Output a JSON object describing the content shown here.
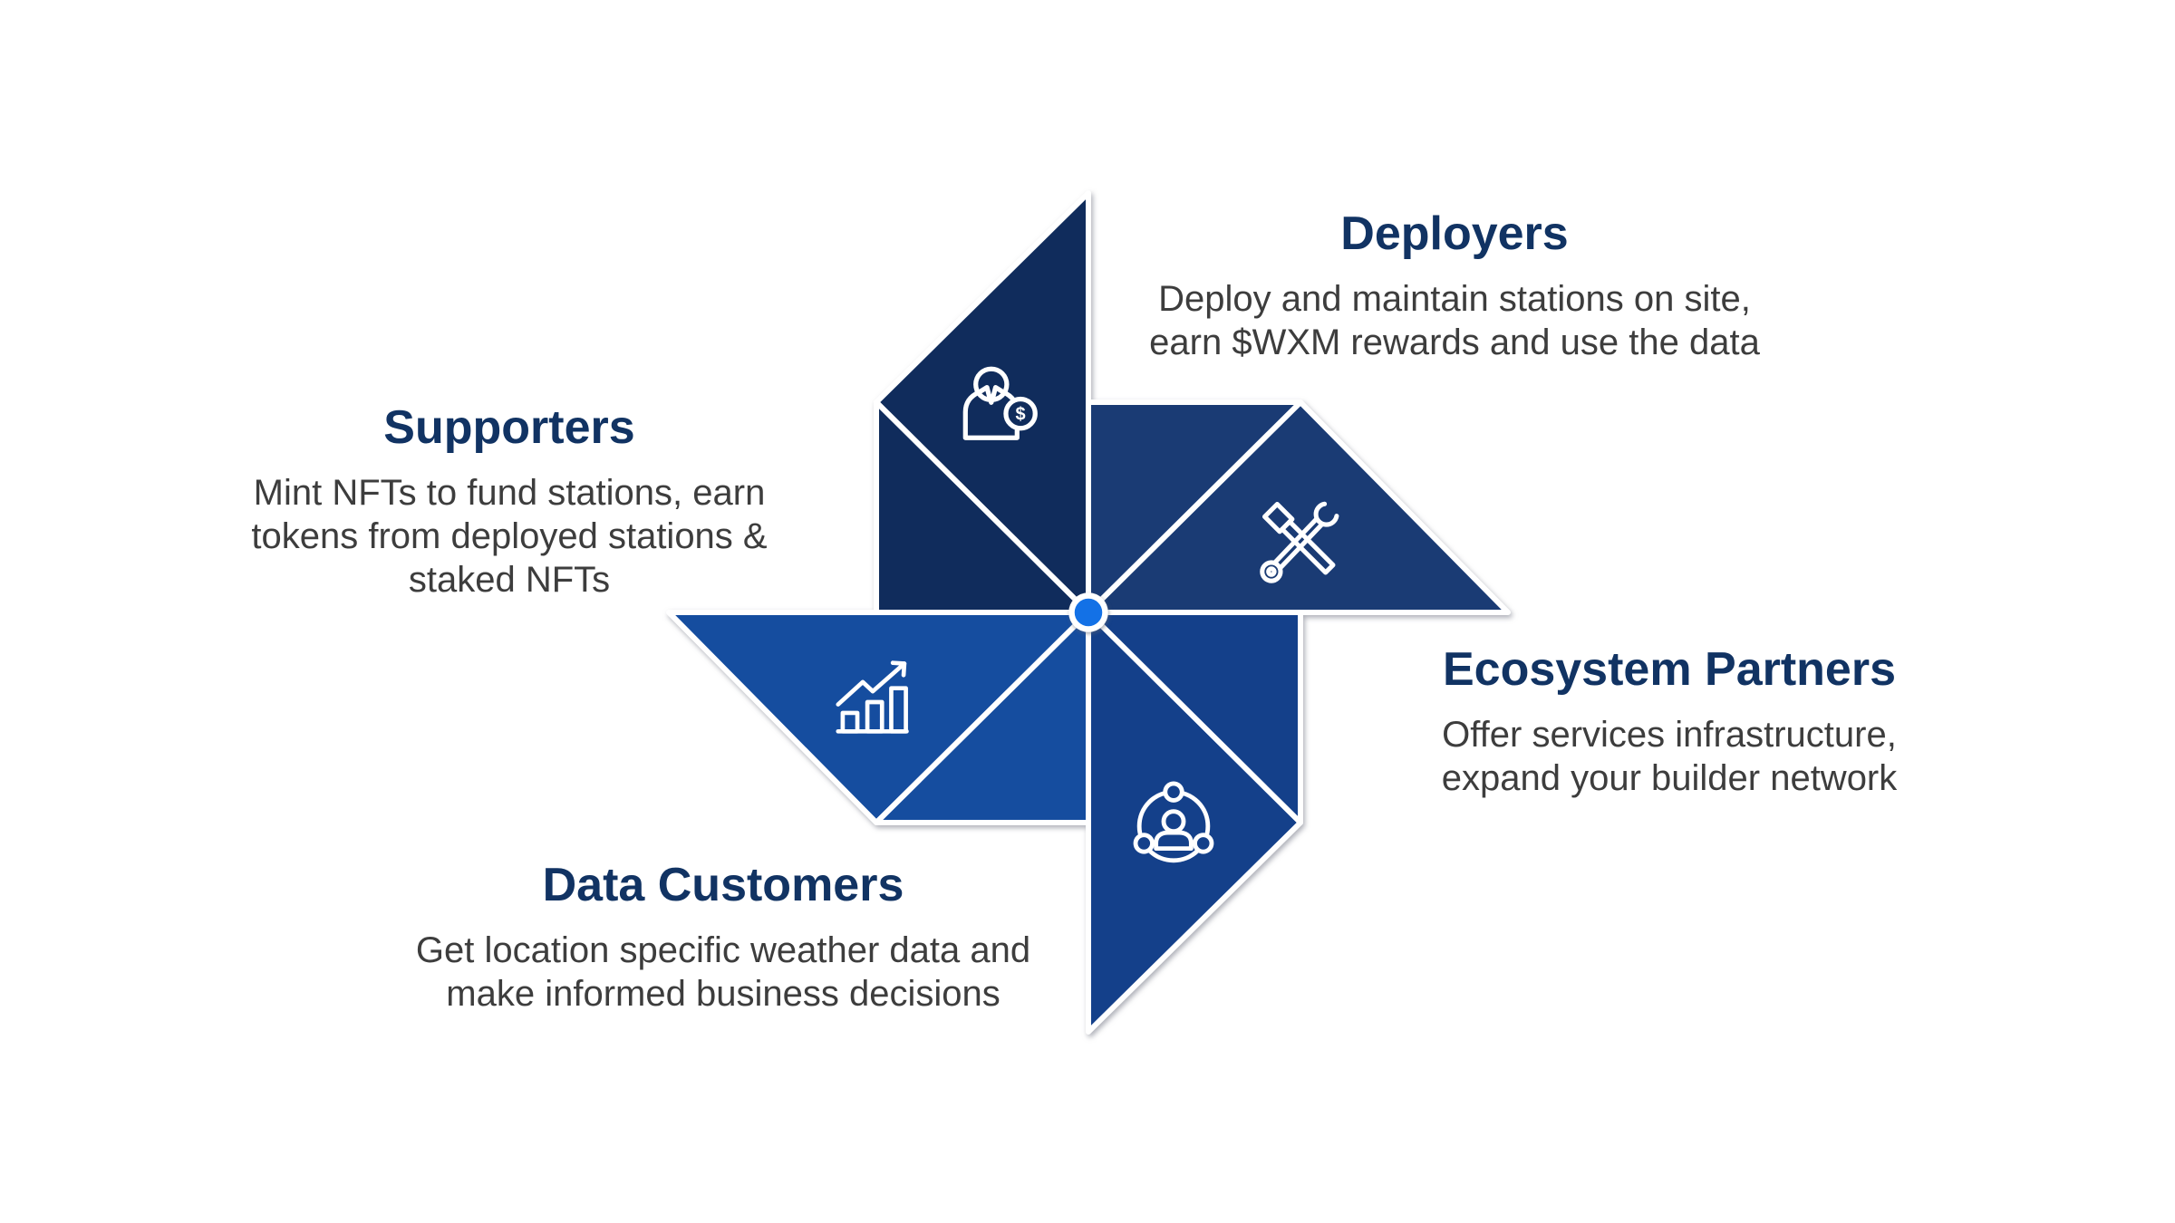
{
  "colors": {
    "background": "#ffffff",
    "heading_text": "#113363",
    "body_text": "#3d3d3d",
    "blade_supporters": "#102c5c",
    "blade_deployers": "#1a3b74",
    "blade_ecosystem_partners": "#14408a",
    "blade_data_customers": "#154d9f",
    "hub": "#1371e6",
    "icon_stroke": "#ffffff"
  },
  "coin_symbol": "$",
  "stakeholders": {
    "deployers": {
      "title": "Deployers",
      "lines": [
        "Deploy and maintain stations on site,",
        "earn $WXM rewards and use the data"
      ],
      "icon": "tools-icon"
    },
    "supporters": {
      "title": "Supporters",
      "lines": [
        "Mint NFTs to fund stations, earn",
        "tokens from deployed stations &",
        "staked NFTs"
      ],
      "icon": "person-dollar-icon"
    },
    "ecosystem_partners": {
      "title": "Ecosystem Partners",
      "lines": [
        "Offer services infrastructure,",
        "expand your builder network"
      ],
      "icon": "people-network-icon"
    },
    "data_customers": {
      "title": "Data Customers",
      "lines": [
        "Get location specific weather data and",
        "make informed business decisions"
      ],
      "icon": "chart-growth-icon"
    }
  }
}
